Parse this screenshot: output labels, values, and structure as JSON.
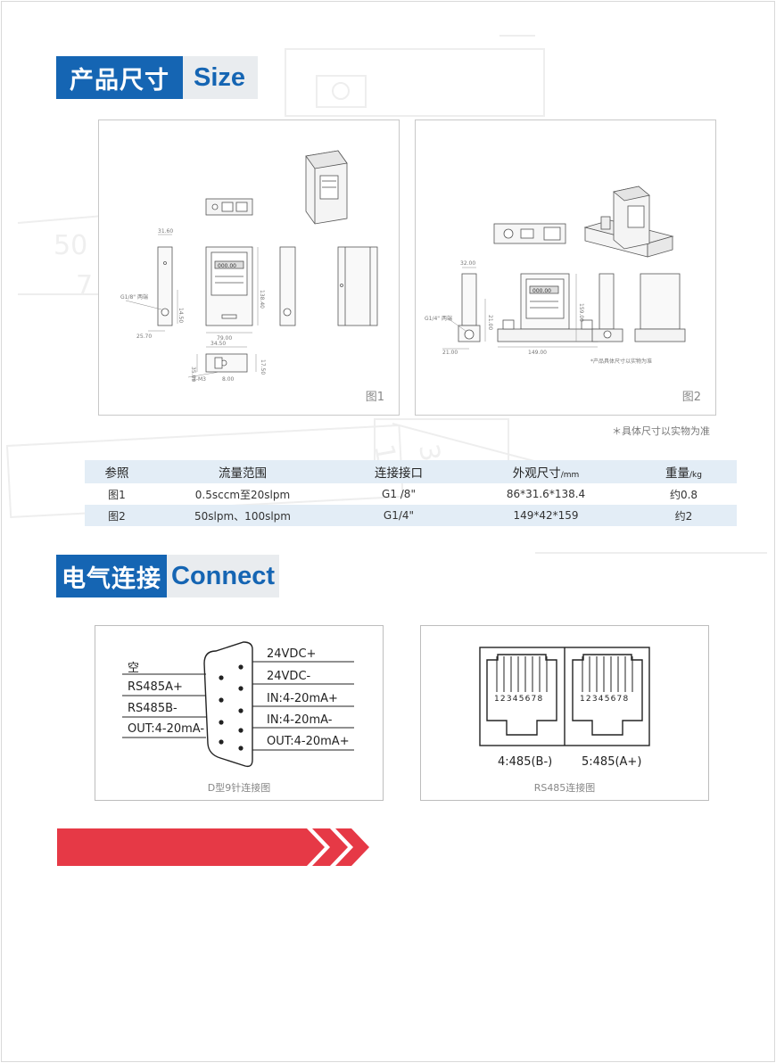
{
  "size_section": {
    "title_cn": "产品尺寸",
    "title_en": "Size"
  },
  "figures": {
    "fig1_label": "图1",
    "fig2_label": "图2",
    "fig2_note": "*产品具体尺寸以实物为准",
    "fig2_port": "G1/4\" 两端",
    "fig1_port": "G1/8\" 两端"
  },
  "note": "＊具体尺寸以实物为准",
  "spec_table": {
    "headers": {
      "ref": "参照",
      "flow": "流量范围",
      "port": "连接接口",
      "size": "外观尺寸",
      "size_unit": "/mm",
      "weight": "重量",
      "weight_unit": "/kg"
    },
    "rows": [
      {
        "ref": "图1",
        "flow": "0.5sccm至20slpm",
        "port": "G1 /8\"",
        "size": "86*31.6*138.4",
        "weight": "约0.8"
      },
      {
        "ref": "图2",
        "flow": "50slpm、100slpm",
        "port": "G1/4\"",
        "size": "149*42*159",
        "weight": "约2"
      }
    ]
  },
  "connect_section": {
    "title_cn": "电气连接",
    "title_en": "Connect"
  },
  "db9": {
    "caption": "D型9针连接图",
    "left_pins": [
      "空",
      "RS485A+",
      "RS485B-",
      "OUT:4-20mA-"
    ],
    "right_pins": [
      "24VDC+",
      "24VDC-",
      "IN:4-20mA+",
      "IN:4-20mA-",
      "OUT:4-20mA+"
    ]
  },
  "rj45": {
    "caption": "RS485连接图",
    "pin_numbers": "12345678",
    "label_left": "4:485(B-)",
    "label_right": "5:485(A+)"
  },
  "colors": {
    "brand_blue": "#1565b3",
    "header_gray": "#e9ecef",
    "table_stripe": "#e3edf6",
    "accent_red": "#e63946"
  }
}
